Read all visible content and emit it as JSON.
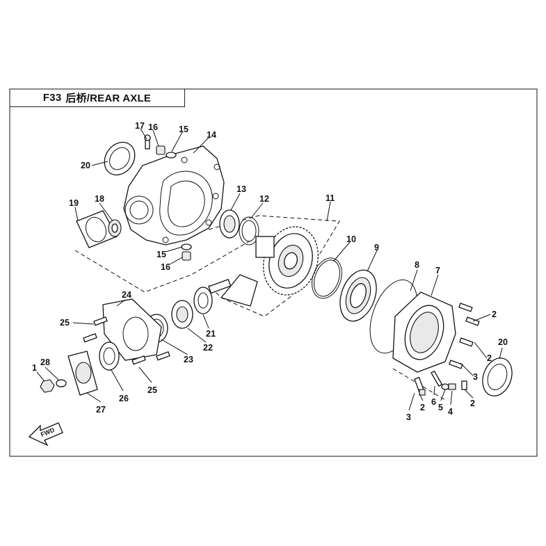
{
  "title": {
    "code": "F33",
    "name": "后桥/REAR AXLE"
  },
  "fwd_label": "FWD",
  "callouts": [
    {
      "id": "c17",
      "text": "17"
    },
    {
      "id": "c16a",
      "text": "16"
    },
    {
      "id": "c15a",
      "text": "15"
    },
    {
      "id": "c14",
      "text": "14"
    },
    {
      "id": "c20a",
      "text": "20"
    },
    {
      "id": "c13",
      "text": "13"
    },
    {
      "id": "c12",
      "text": "12"
    },
    {
      "id": "c11",
      "text": "11"
    },
    {
      "id": "c19",
      "text": "19"
    },
    {
      "id": "c18",
      "text": "18"
    },
    {
      "id": "c15b",
      "text": "15"
    },
    {
      "id": "c16b",
      "text": "16"
    },
    {
      "id": "c10",
      "text": "10"
    },
    {
      "id": "c9",
      "text": "9"
    },
    {
      "id": "c8",
      "text": "8"
    },
    {
      "id": "c7",
      "text": "7"
    },
    {
      "id": "c2a",
      "text": "2"
    },
    {
      "id": "c24",
      "text": "24"
    },
    {
      "id": "c25a",
      "text": "25"
    },
    {
      "id": "c21",
      "text": "21"
    },
    {
      "id": "c22",
      "text": "22"
    },
    {
      "id": "c23",
      "text": "23"
    },
    {
      "id": "c20b",
      "text": "20"
    },
    {
      "id": "c2b",
      "text": "2"
    },
    {
      "id": "c3a",
      "text": "3"
    },
    {
      "id": "c1",
      "text": "1"
    },
    {
      "id": "c28",
      "text": "28"
    },
    {
      "id": "c26",
      "text": "26"
    },
    {
      "id": "c25b",
      "text": "25"
    },
    {
      "id": "c27",
      "text": "27"
    },
    {
      "id": "c2c",
      "text": "2"
    },
    {
      "id": "c6",
      "text": "6"
    },
    {
      "id": "c5",
      "text": "5"
    },
    {
      "id": "c4",
      "text": "4"
    },
    {
      "id": "c2d",
      "text": "2"
    },
    {
      "id": "c3b",
      "text": "3"
    }
  ]
}
